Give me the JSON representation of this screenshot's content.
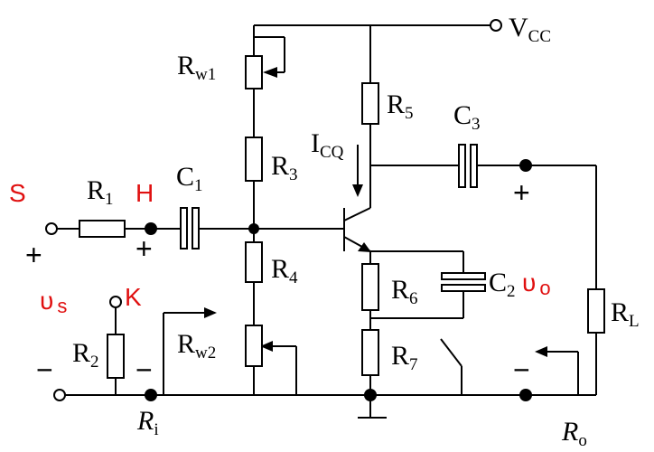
{
  "labels": {
    "vcc": "V",
    "vcc_sub": "CC",
    "rw1": "R",
    "rw1_sub": "w1",
    "r5": "R",
    "r5_sub": "5",
    "c3": "C",
    "c3_sub": "3",
    "icq": "I",
    "icq_sub": "CQ",
    "r3": "R",
    "r3_sub": "3",
    "s": "S",
    "r1": "R",
    "r1_sub": "1",
    "h": "H",
    "c1": "C",
    "c1_sub": "1",
    "r4": "R",
    "r4_sub": "4",
    "r6": "R",
    "r6_sub": "6",
    "c2": "C",
    "c2_sub": "2",
    "vo": "υ",
    "vo_sub": "o",
    "vs": "υ",
    "vs_sub": "s",
    "k": "K",
    "r2": "R",
    "r2_sub": "2",
    "rw2": "R",
    "rw2_sub": "w2",
    "r7": "R",
    "r7_sub": "7",
    "rl": "R",
    "rl_sub": "L",
    "ri": "R",
    "ri_sub": "i",
    "ro": "R",
    "ro_sub": "o",
    "plus_in": "+",
    "plus_h": "+",
    "plus_out": "+",
    "minus_in": "−",
    "minus_h": "−",
    "minus_out": "−"
  },
  "colors": {
    "line": "#000000",
    "highlight": "#e01010"
  }
}
